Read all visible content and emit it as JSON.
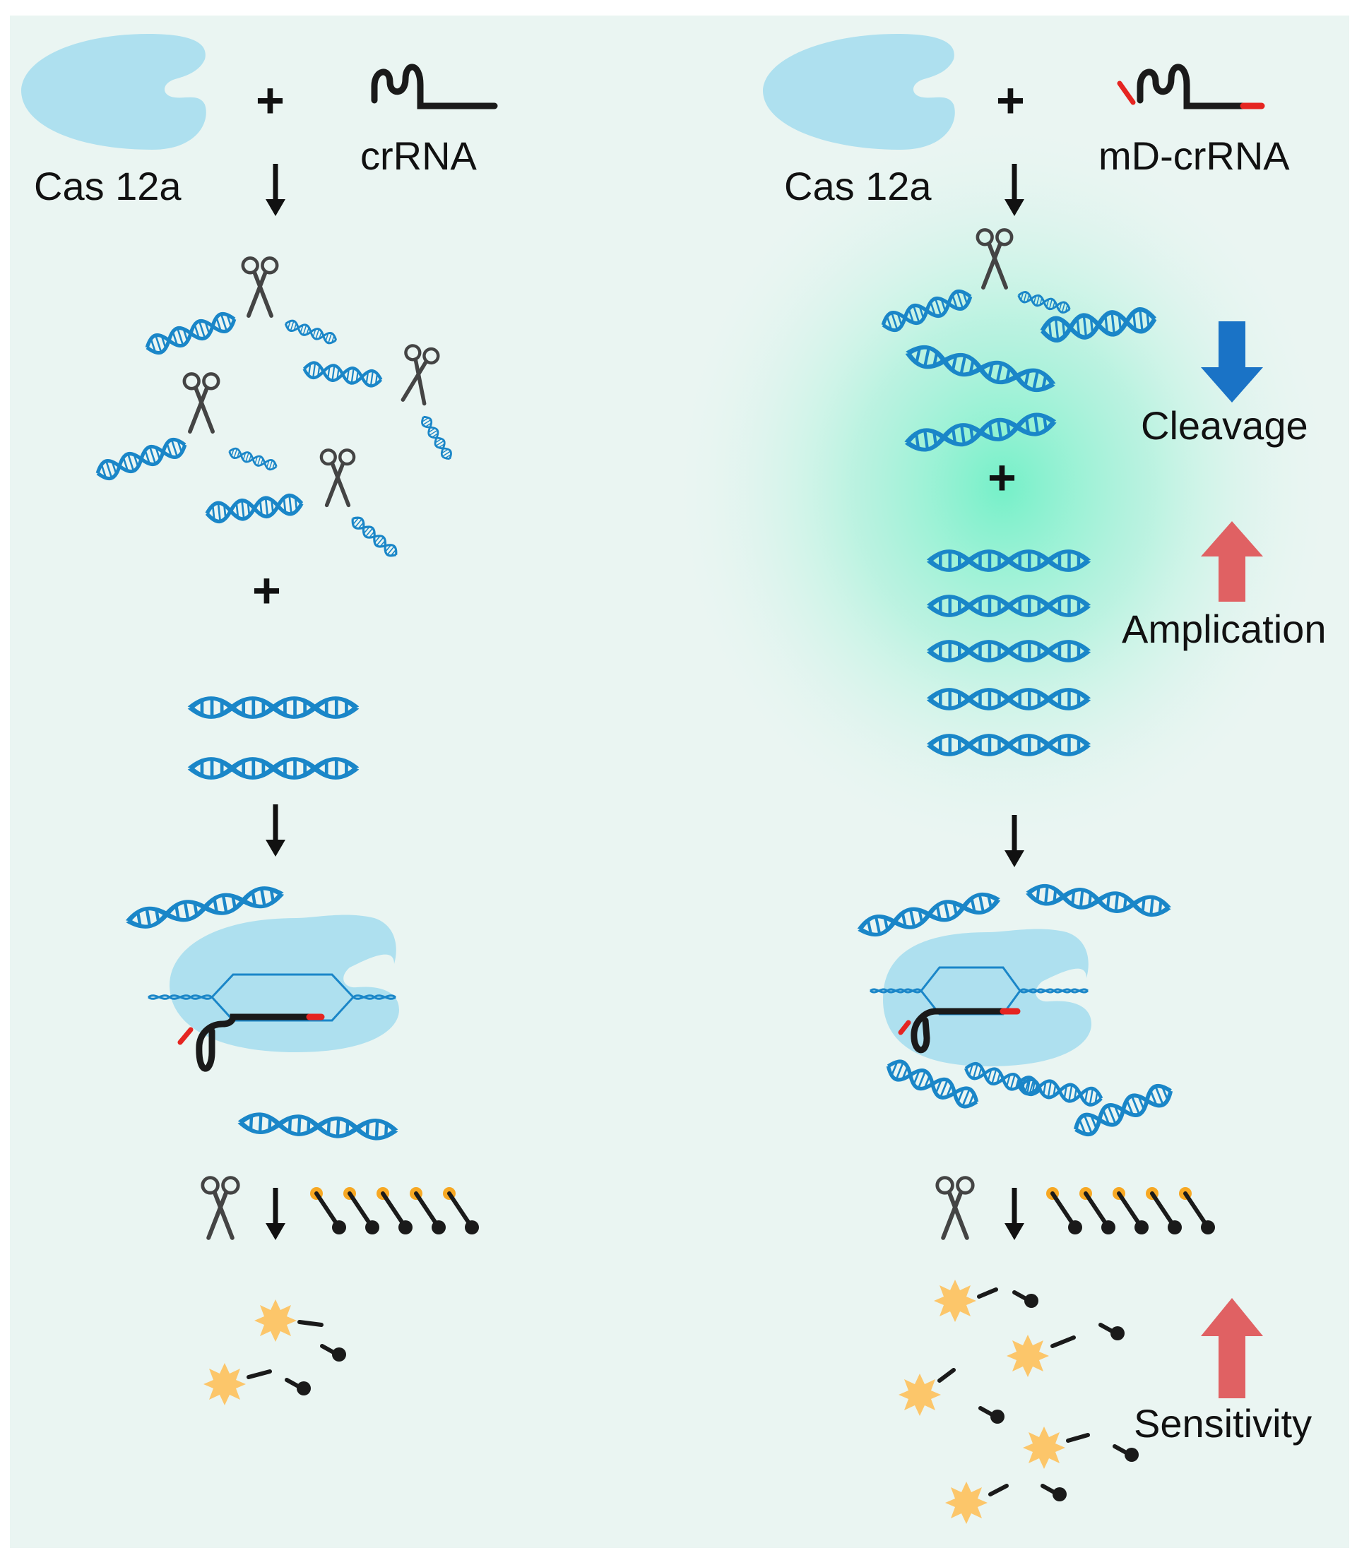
{
  "colors": {
    "background": "#eaf5f2",
    "cas_protein": "#aee0ef",
    "dna": "#1a86c8",
    "rna": "#1a1a1a",
    "modification": "#e52521",
    "glow": "#7ff0cc",
    "fluorophore_dot": "#f7a823",
    "fluorescence_star": "#fcc66a",
    "down_arrow": "#1a73c6",
    "up_arrow": "#e06163",
    "arrow_black": "#111111"
  },
  "left": {
    "protein_label": "Cas 12a",
    "guide_label": "crRNA",
    "plus_top": "+",
    "plus_middle": "+"
  },
  "right": {
    "protein_label": "Cas 12a",
    "guide_label": "mD-crRNA",
    "plus_top": "+",
    "plus_middle": "+",
    "cleavage_label": "Cleavage",
    "amplification_label": "Amplication",
    "sensitivity_label": "Sensitivity"
  },
  "icons": [
    "cas12a-protein-icon",
    "crrna-hairpin-icon",
    "scissors-icon",
    "dna-helix-icon",
    "reporter-probe-icon",
    "fluorescence-star-icon"
  ]
}
